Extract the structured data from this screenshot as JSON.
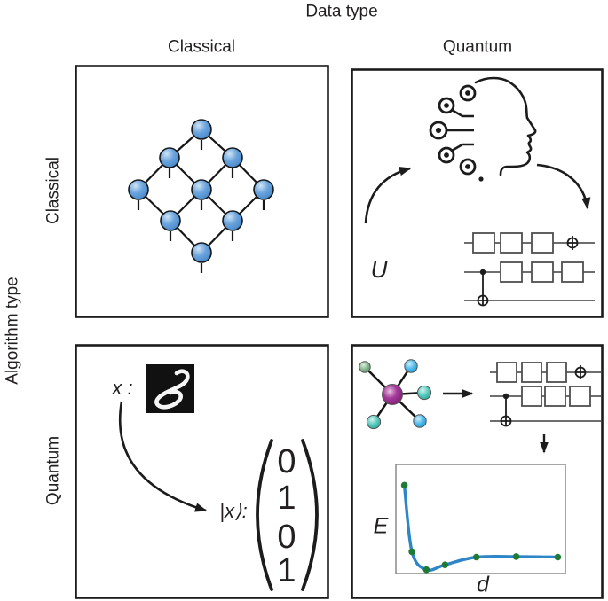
{
  "figure": {
    "title_top": "Data type",
    "title_left": "Algorithm type",
    "column_labels": [
      "Classical",
      "Quantum"
    ],
    "row_labels": [
      "Classical",
      "Quantum"
    ]
  },
  "quadrants": {
    "top_left": {
      "content": "spin-lattice of nine blue nodes in a diamond grid with dangling bonds"
    },
    "top_right": {
      "unitary_label": "U",
      "content": "AI head profile with circuit nodes, arrows to a 3-wire quantum circuit"
    },
    "bottom_left": {
      "input_label": "x :",
      "ket_label": "|x⟩:",
      "state_vector": [
        "0",
        "1",
        "0",
        "1"
      ],
      "content": "handwritten digit 8 mapped to a quantum state vector"
    },
    "bottom_right": {
      "plot_ylabel": "E",
      "plot_xlabel": "d",
      "content": "molecule, quantum circuit, and energy-vs-distance plot"
    }
  },
  "chart_data": {
    "type": "line",
    "title": "",
    "xlabel": "d",
    "ylabel": "E",
    "x_ticks": [],
    "y_ticks": [],
    "grid": false,
    "legend": false,
    "note": "Axes are unlabeled/schematic; points_frac are [x,y] fractions of the plot box with y measured from the top edge (dissociation-style energy curve: steep drop, minimum, flat plateau).",
    "series": [
      {
        "name": "energy",
        "points_frac": [
          [
            0.05,
            0.19
          ],
          [
            0.095,
            0.8
          ],
          [
            0.18,
            0.965
          ],
          [
            0.29,
            0.92
          ],
          [
            0.475,
            0.85
          ],
          [
            0.71,
            0.845
          ],
          [
            0.955,
            0.85
          ]
        ]
      }
    ],
    "curve_color": "#2e86c9",
    "point_color": "#1e7b35"
  },
  "colors": {
    "ink": "#231f20",
    "box_border": "#1c1c1c",
    "circuit_gray": "#5a5a5a",
    "lattice_node_blue": "#4a8fd3",
    "molecule_center_purple": "#8e2380",
    "atom_blue": "#2aa7e0",
    "atom_teal": "#35bcae",
    "atom_green": "#74a97c",
    "plot_frame_gray": "#8a8a8a"
  }
}
